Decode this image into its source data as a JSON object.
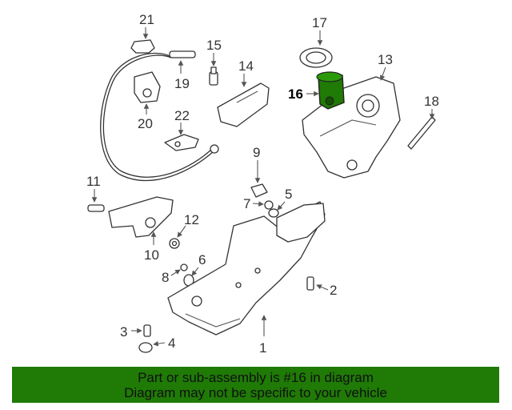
{
  "colors": {
    "highlight_part": "#1f7a06",
    "footer_background": "#1f7a06"
  },
  "callouts": {
    "c1": "1",
    "c2": "2",
    "c3": "3",
    "c4": "4",
    "c5": "5",
    "c6": "6",
    "c7": "7",
    "c8": "8",
    "c9": "9",
    "c10": "10",
    "c11": "11",
    "c12": "12",
    "c13": "13",
    "c14": "14",
    "c15": "15",
    "c16": "16",
    "c17": "17",
    "c18": "18",
    "c19": "19",
    "c20": "20",
    "c21": "21",
    "c22": "22"
  },
  "highlighted_part": "16",
  "footer": {
    "line1": "Part or sub-assembly is #16 in diagram",
    "line2": "Diagram may not be specific to your vehicle"
  }
}
